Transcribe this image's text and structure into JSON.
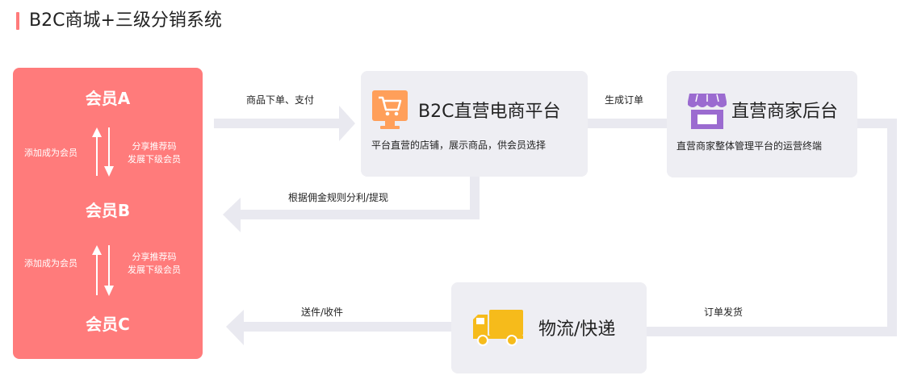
{
  "header": {
    "title": "B2C商城+三级分销系统"
  },
  "members": {
    "a": "会员A",
    "b": "会员B",
    "c": "会员C",
    "notes": {
      "add_member_1": "添加成为会员",
      "share_code_1": "分享推荐码",
      "develop_lower_1": "发展下级会员",
      "add_member_2": "添加成为会员",
      "share_code_2": "分享推荐码",
      "develop_lower_2": "发展下级会员"
    }
  },
  "platform": {
    "title": "B2C直营电商平台",
    "subtitle": "平台直营的店铺，展示商品，供会员选择"
  },
  "backend": {
    "title": "直营商家后台",
    "subtitle": "直营商家整体管理平台的运营终端"
  },
  "logistics": {
    "title": "物流/快递"
  },
  "flows": {
    "order_pay": "商品下单、支付",
    "generate_order": "生成订单",
    "commission": "根据佣金规则分利/提现",
    "order_ship": "订单发货",
    "deliver_receive": "送件/收件"
  },
  "colors": {
    "accent": "#ff7b7b",
    "card_bg": "#eeeef3",
    "arrow": "#e9e9f0",
    "cart_orange": "#ff9f5a",
    "shop_purple": "#9b6bd0",
    "truck_yellow": "#f6bb1b"
  },
  "icons": {
    "platform": "cart-monitor-icon",
    "backend": "storefront-icon",
    "logistics": "truck-icon"
  }
}
